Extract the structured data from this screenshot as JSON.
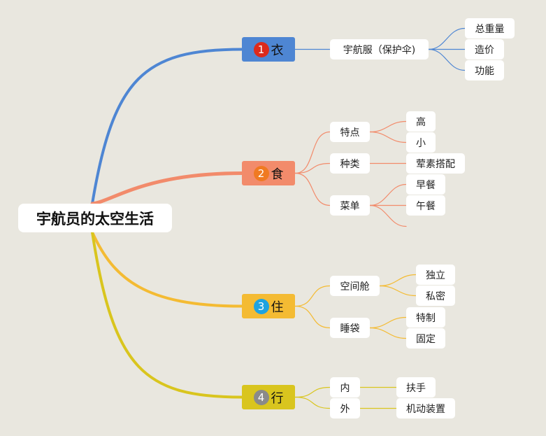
{
  "root": {
    "label": "宇航员的太空生活"
  },
  "branches": [
    {
      "label": "衣",
      "num": "1",
      "color": "#4e86d3",
      "badge_color": "#dd2a1b",
      "badge_text": "#ffffff",
      "children": [
        {
          "label": "宇航服（保护伞)",
          "children": [
            "总重量",
            "造价",
            "功能"
          ]
        }
      ]
    },
    {
      "label": "食",
      "num": "2",
      "color": "#f28b6b",
      "badge_color": "#f07a22",
      "badge_text": "#ffffff",
      "children": [
        {
          "label": "特点",
          "children": [
            "高",
            "小"
          ]
        },
        {
          "label": "种类",
          "children": [
            "荤素搭配"
          ]
        },
        {
          "label": "菜单",
          "children": [
            "早餐",
            "午餐",
            ""
          ]
        }
      ]
    },
    {
      "label": "住",
      "num": "3",
      "color": "#f4bb33",
      "badge_color": "#1fa3e0",
      "badge_text": "#ffffff",
      "children": [
        {
          "label": "空间舱",
          "children": [
            "独立",
            "私密"
          ]
        },
        {
          "label": "睡袋",
          "children": [
            "特制",
            "固定"
          ]
        }
      ]
    },
    {
      "label": "行",
      "num": "4",
      "color": "#d9c51e",
      "badge_color": "#8a8a8a",
      "badge_text": "#ffffff",
      "children": [
        {
          "label": "内",
          "children": [
            "扶手"
          ]
        },
        {
          "label": "外",
          "children": [
            "机动装置"
          ]
        }
      ]
    }
  ]
}
